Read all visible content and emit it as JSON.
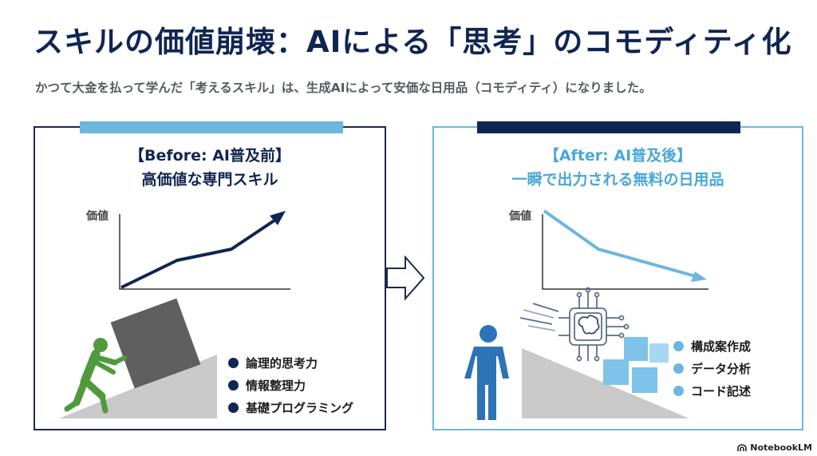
{
  "slide": {
    "title": "スキルの価値崩壊：AIによる「思考」のコモディティ化",
    "subtitle": "かつて大金を払って学んだ「考えるスキル」は、生成AIによって安価な日用品（コモディティ）になりました。"
  },
  "before": {
    "heading": "【Before: AI普及前】",
    "subheading": "高価値な専門スキル",
    "axis_label": "価値",
    "trend": "rising",
    "bullets": [
      "論理的思考力",
      "情報整理力",
      "基礎プログラミング"
    ]
  },
  "after": {
    "heading": "【After: AI普及後】",
    "subheading": "一瞬で出力される無料の日用品",
    "axis_label": "価値",
    "trend": "falling",
    "bullets": [
      "構成案作成",
      "データ分析",
      "コード記述"
    ]
  },
  "colors": {
    "navy": "#0f2552",
    "light_blue": "#6cb6df",
    "green_figure": "#4f9a3c",
    "blue_figure": "#2d73b8",
    "gray_slope": "#c9c9c9",
    "dark_box": "#5f5f5f"
  },
  "icons": {
    "pushing_person": "person-pushing-icon",
    "standing_person": "person-standing-icon",
    "ai_chip": "ai-brain-chip-icon",
    "transition_arrow": "right-arrow-icon",
    "brand_logo": "notebooklm-logo-icon"
  },
  "brand": {
    "name": "NotebookLM"
  }
}
